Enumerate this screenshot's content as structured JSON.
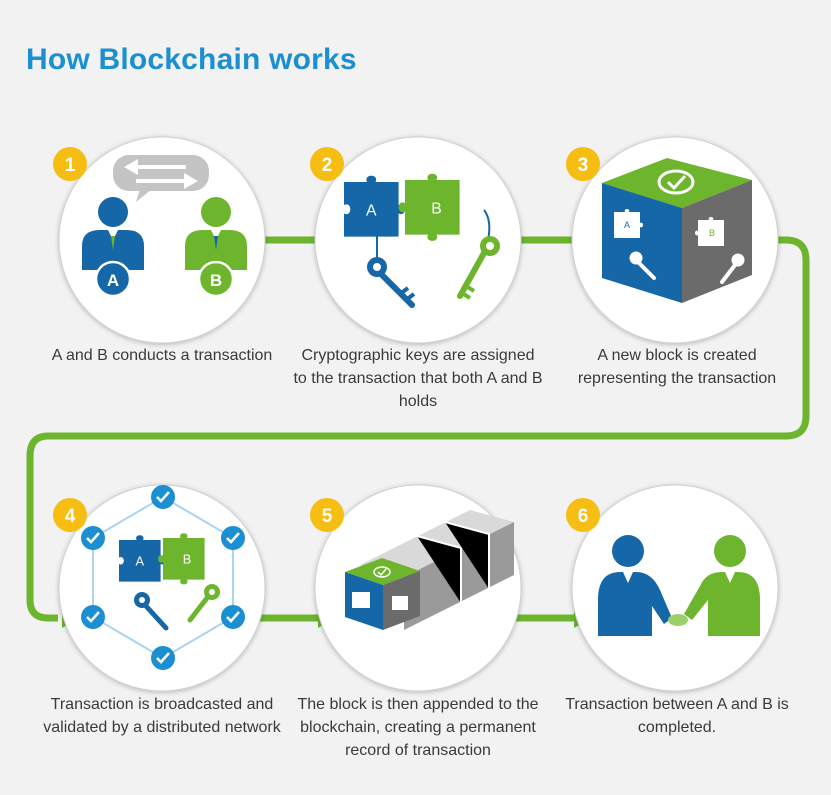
{
  "title": "How Blockchain works",
  "steps": [
    {
      "number": "1",
      "caption": "A and B conducts a transaction"
    },
    {
      "number": "2",
      "caption": "Cryptographic keys are assigned to the transaction that both A and B holds"
    },
    {
      "number": "3",
      "caption": "A new block is created representing the transaction"
    },
    {
      "number": "4",
      "caption": "Transaction is broadcasted and validated by a distributed network"
    },
    {
      "number": "5",
      "caption": "The block is then appended to the blockchain, creating a permanent record of transaction"
    },
    {
      "number": "6",
      "caption": "Transaction between A and B is completed."
    }
  ],
  "labels": {
    "a": "A",
    "b": "B"
  },
  "colors": {
    "blue": "#1567a8",
    "green": "#6cb52d",
    "yellow": "#f6bd12",
    "grey": "#777777",
    "title": "#1b8fd1"
  }
}
